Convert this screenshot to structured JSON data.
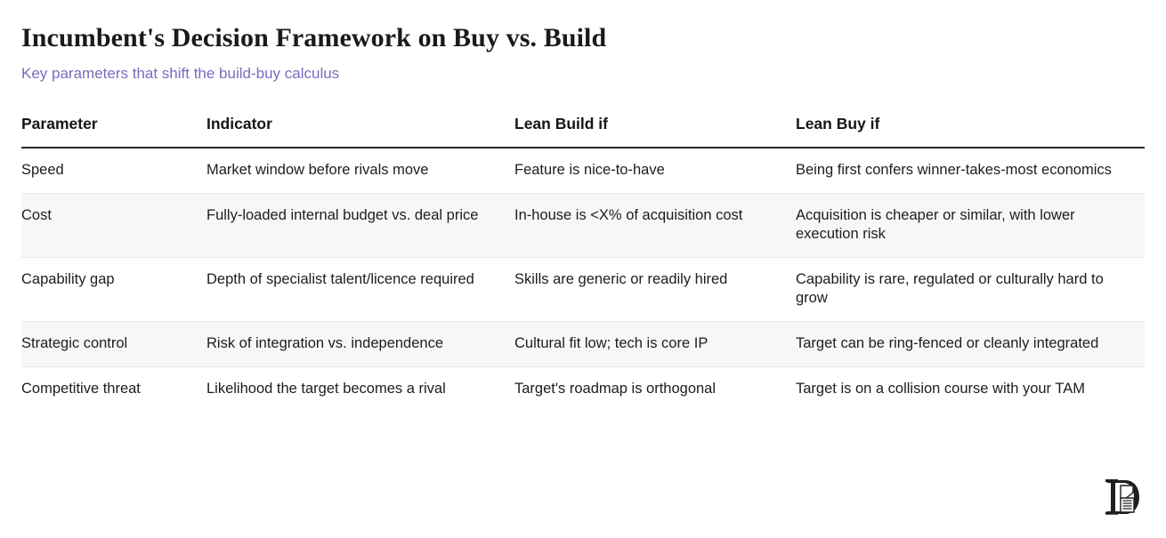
{
  "header": {
    "title": "Incumbent's Decision Framework on Buy vs. Build",
    "subtitle": "Key parameters that shift the build-buy calculus",
    "subtitle_color": "#7a6bbf",
    "title_color": "#1a1a1a"
  },
  "table": {
    "columns": [
      "Parameter",
      "Indicator",
      "Lean Build if",
      "Lean Buy if"
    ],
    "rows": [
      {
        "parameter": "Speed",
        "indicator": "Market window before rivals move",
        "lean_build": "Feature is nice-to-have",
        "lean_buy": "Being first confers winner-takes-most economics",
        "shaded": false
      },
      {
        "parameter": "Cost",
        "indicator": "Fully-loaded internal budget vs. deal price",
        "lean_build": "In-house is <X% of acquisition cost",
        "lean_buy": "Acquisition is cheaper or similar, with lower execution risk",
        "shaded": true
      },
      {
        "parameter": "Capability gap",
        "indicator": "Depth of specialist talent/licence required",
        "lean_build": "Skills are generic or readily hired",
        "lean_buy": "Capability is rare, regulated or culturally hard to grow",
        "shaded": false
      },
      {
        "parameter": "Strategic control",
        "indicator": "Risk of integration vs. independence",
        "lean_build": "Cultural fit low; tech is core IP",
        "lean_buy": "Target can be ring-fenced or cleanly integrated",
        "shaded": true
      },
      {
        "parameter": "Competitive threat",
        "indicator": "Likelihood the target becomes a rival",
        "lean_build": "Target's roadmap is orthogonal",
        "lean_buy": "Target is on a collision course with your TAM",
        "shaded": false
      }
    ]
  },
  "footer": {
    "logo_name": "publisher-monogram-logo"
  }
}
